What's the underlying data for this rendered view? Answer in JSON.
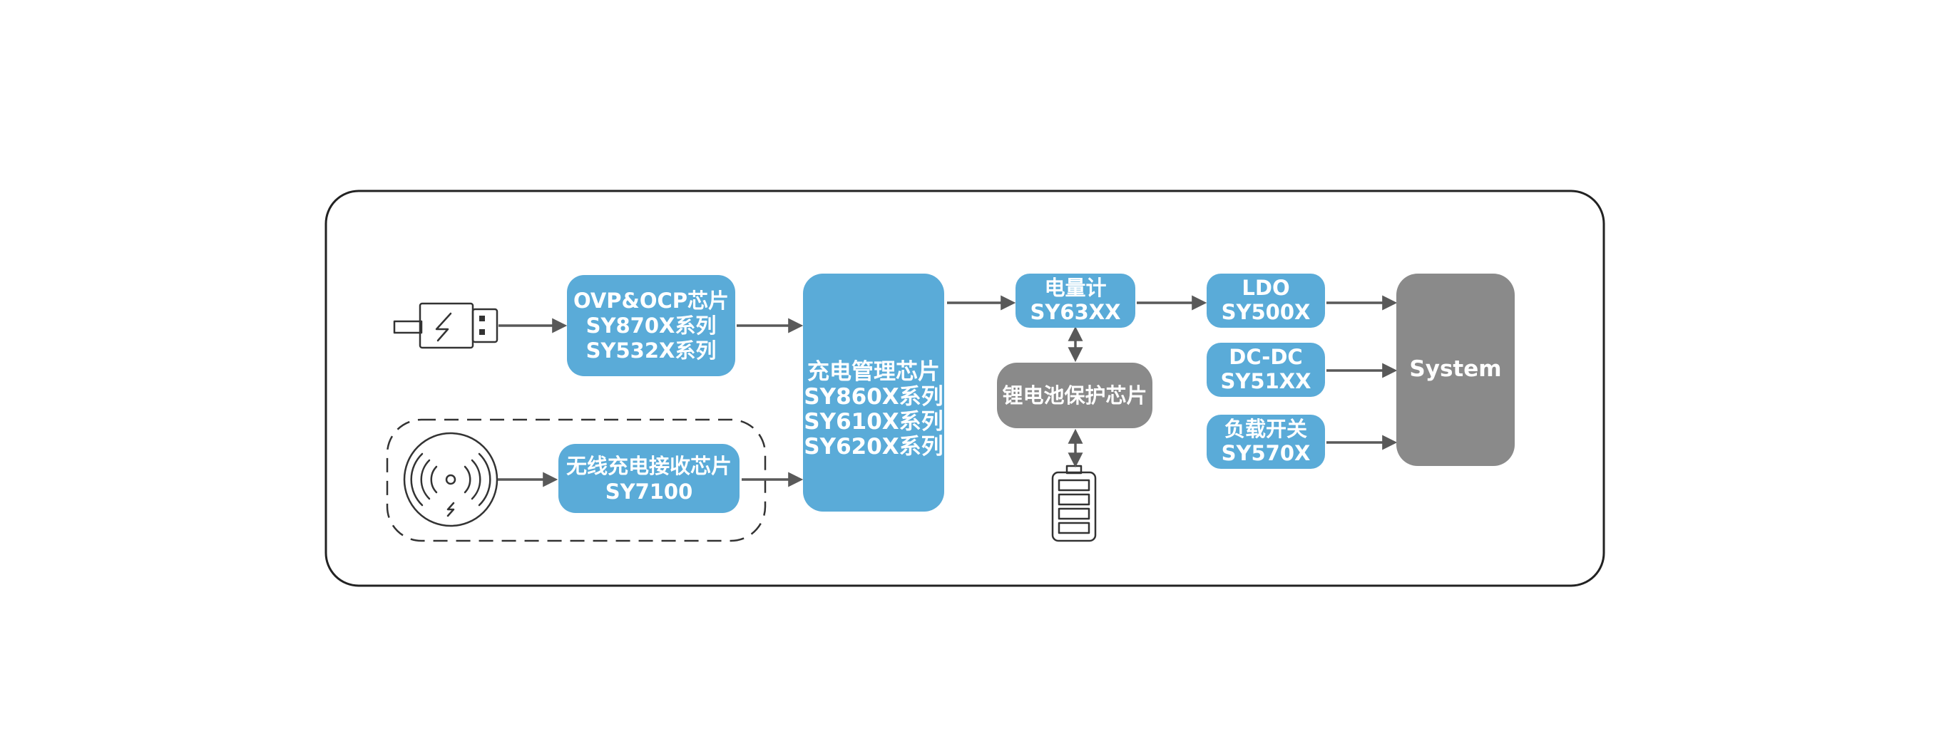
{
  "colors": {
    "chip_blue": "#5aabd8",
    "chip_gray": "#8a8a8a",
    "arrow": "#595959",
    "outline": "#222222"
  },
  "icons": {
    "usb_plug": "usb-plug-icon",
    "wireless_charger": "wireless-charging-pad-icon",
    "battery": "battery-icon"
  },
  "blocks": {
    "ovp": {
      "lines": [
        "OVP&OCP芯片",
        "SY870X系列",
        "SY532X系列"
      ]
    },
    "wireless_rx": {
      "lines": [
        "无线充电接收芯片",
        "SY7100"
      ]
    },
    "charger": {
      "lines": [
        "充电管理芯片",
        "SY860X系列",
        "SY610X系列",
        "SY620X系列"
      ]
    },
    "fuel_gauge": {
      "lines": [
        "电量计",
        "SY63XX"
      ]
    },
    "battery_protect": {
      "lines": [
        "锂电池保护芯片"
      ]
    },
    "ldo": {
      "lines": [
        "LDO",
        "SY500X"
      ]
    },
    "dcdc": {
      "lines": [
        "DC-DC",
        "SY51XX"
      ]
    },
    "load_switch": {
      "lines": [
        "负载开关",
        "SY570X"
      ]
    },
    "system": {
      "lines": [
        "System"
      ]
    }
  }
}
